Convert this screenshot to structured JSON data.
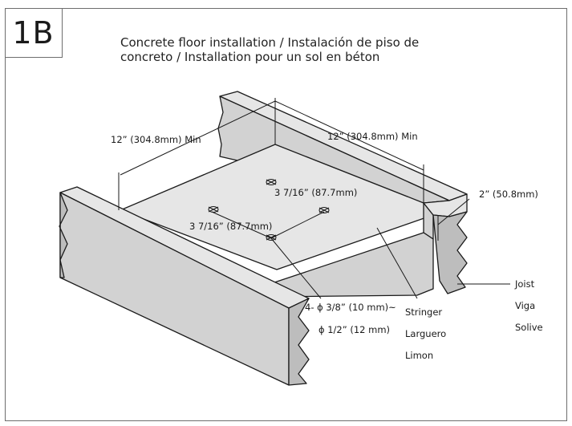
{
  "step": "1B",
  "title": {
    "line1": "Concrete floor installation / Instalación de piso de",
    "line2": "concreto / Installation pour un sol en béton"
  },
  "dimensions": {
    "left_min": "12” (304.8mm) Min",
    "right_min": "12” (304.8mm) Min",
    "hole_spacing_a": "3 7/16” (87.7mm)",
    "hole_spacing_b": "3 7/16” (87.7mm)",
    "edge_offset": "2” (50.8mm)"
  },
  "bolt": {
    "line1": "4- ϕ 3/8” (10 mm)~",
    "line2": "ϕ 1/2” (12 mm)"
  },
  "labels": {
    "stringer": [
      "Stringer",
      "Larguero",
      "Limon"
    ],
    "joist": [
      "Joist",
      "Viga",
      "Solive"
    ]
  }
}
